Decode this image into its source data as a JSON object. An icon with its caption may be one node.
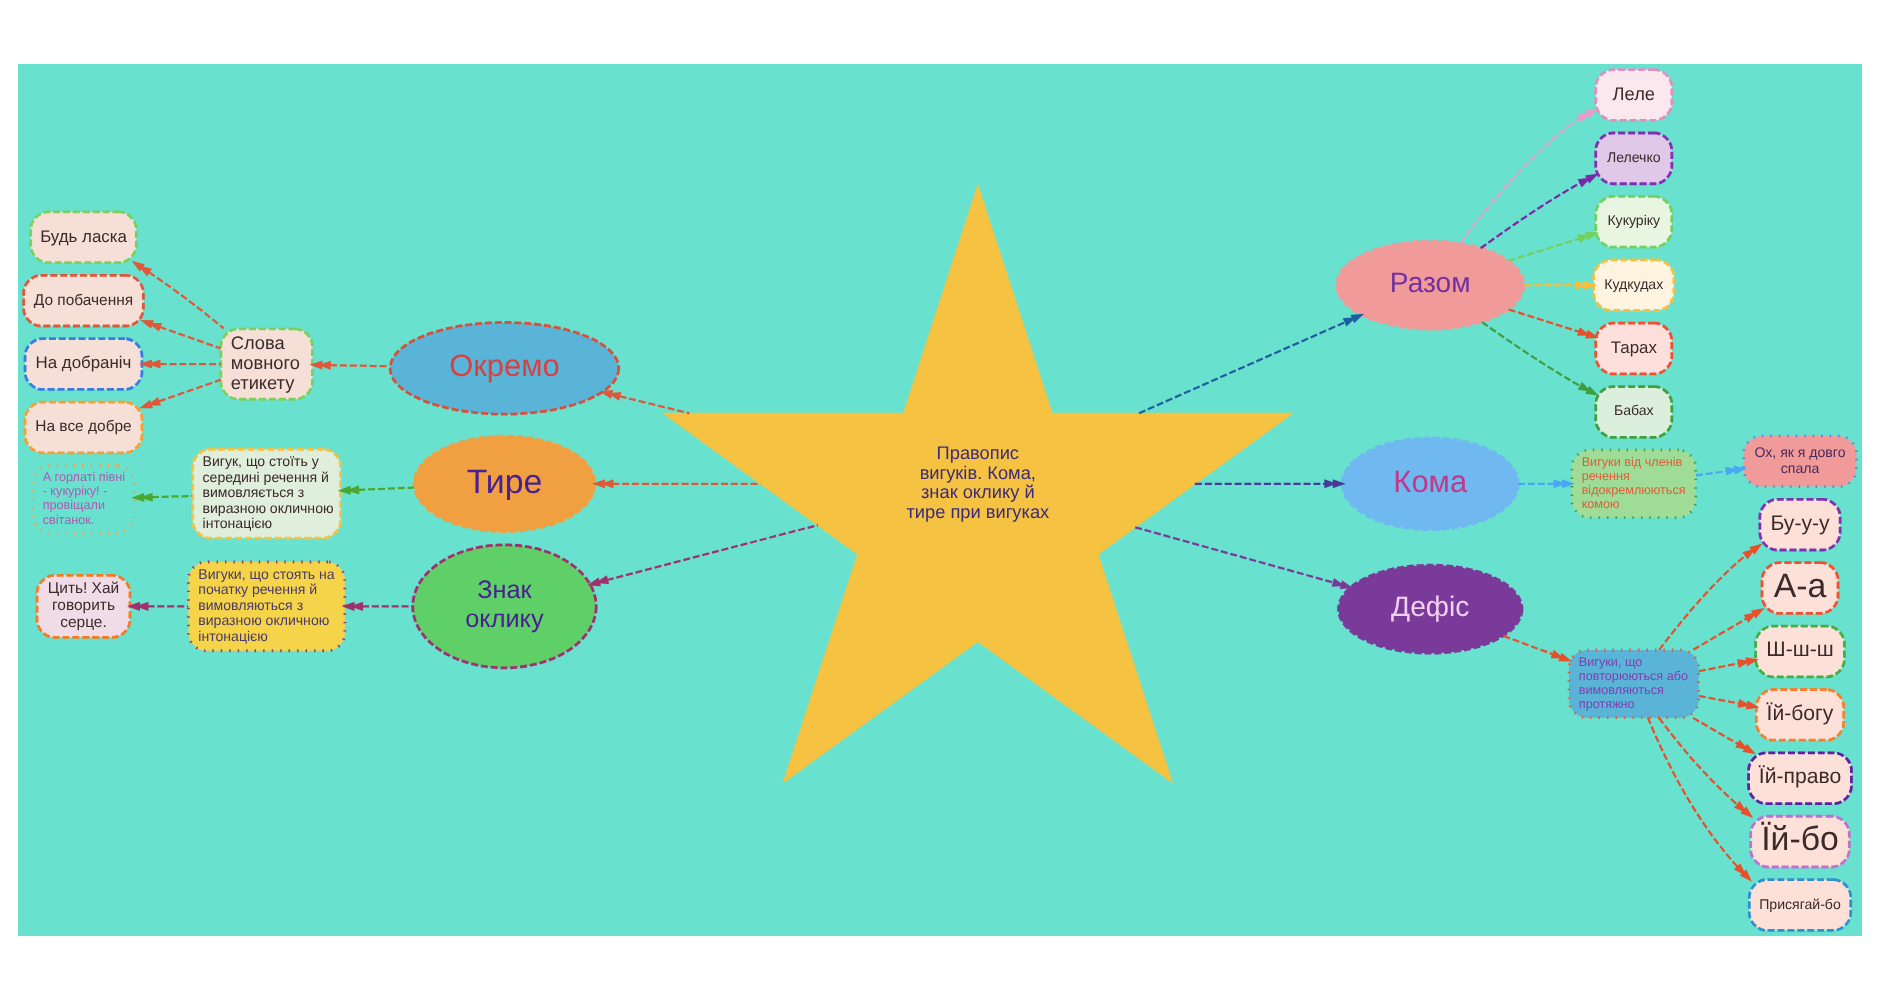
{
  "diagram": {
    "nodes": [
      {
        "text": [
          "Правопис вигуків. Кома, знак оклику й тире при вигуках"
        ]
      },
      {
        "text": [
          "Окремо"
        ]
      },
      {
        "text": [
          "Слова мовного етикету"
        ]
      },
      {
        "text": [
          "Будь ласка"
        ]
      },
      {
        "text": [
          "До побачення"
        ]
      },
      {
        "text": [
          "На добраніч"
        ]
      },
      {
        "text": [
          "На все добре"
        ]
      },
      {
        "text": [
          "Тире"
        ]
      },
      {
        "text": [
          "Вигук, що стоїть у середині речення й вимовляється з виразною окличною інтонацією"
        ]
      },
      {
        "text": [
          "А горлаті півні - кукуріку! - провіщали світанок."
        ]
      },
      {
        "text": [
          "Знак оклику"
        ]
      },
      {
        "text": [
          "Вигуки, що стоять на початку речення й вимовляються з виразною окличною інтонацією"
        ]
      },
      {
        "text": [
          "Цить! Хай говорить серце."
        ]
      },
      {
        "text": [
          "Разом"
        ]
      },
      {
        "text": [
          "Леле"
        ]
      },
      {
        "text": [
          "Лелечко"
        ]
      },
      {
        "text": [
          "Кукуріку"
        ]
      },
      {
        "text": [
          "Кудкудах"
        ]
      },
      {
        "text": [
          "Тарах"
        ]
      },
      {
        "text": [
          "Бабах"
        ]
      },
      {
        "text": [
          "Кома"
        ]
      },
      {
        "text": [
          "Вигуки від членів речення відокремлюються комою"
        ]
      },
      {
        "text": [
          "Ох, як я довго спала"
        ]
      },
      {
        "text": [
          "Дефіс"
        ]
      },
      {
        "text": [
          "Вигуки, що повторюються або вимовляються протяжно"
        ]
      },
      {
        "text": [
          "Бу-у-у"
        ]
      },
      {
        "text": [
          "А-а"
        ]
      },
      {
        "text": [
          "Ш-ш-ш"
        ]
      },
      {
        "text": [
          "Їй-богу"
        ]
      },
      {
        "text": [
          "Їй-право"
        ]
      },
      {
        "text": [
          "Їй-бо"
        ]
      },
      {
        "text": [
          "Присягай-бо"
        ]
      }
    ],
    "edges": [
      {
        "from": 0,
        "to": 1,
        "arrow": "to",
        "style": "dashed",
        "color": "#e0583a"
      },
      {
        "from": 1,
        "to": 2,
        "arrow": "to",
        "style": "dashed",
        "color": "#e0583a"
      },
      {
        "from": 2,
        "to": 3,
        "arrow": "to",
        "style": "dashed",
        "color": "#e0583a"
      },
      {
        "from": 2,
        "to": 4,
        "arrow": "to",
        "style": "dashed",
        "color": "#e0583a"
      },
      {
        "from": 2,
        "to": 5,
        "arrow": "to",
        "style": "dashed",
        "color": "#e0583a"
      },
      {
        "from": 2,
        "to": 6,
        "arrow": "to",
        "style": "dashed",
        "color": "#e0583a"
      },
      {
        "from": 0,
        "to": 7,
        "arrow": "to",
        "style": "dashed",
        "color": "#e0583a"
      },
      {
        "from": 7,
        "to": 8,
        "arrow": "to",
        "style": "dashed",
        "color": "#4aa82e"
      },
      {
        "from": 8,
        "to": 9,
        "arrow": "to",
        "style": "dashed",
        "color": "#4aa82e"
      },
      {
        "from": 0,
        "to": 10,
        "arrow": "to",
        "style": "dashed",
        "color": "#a03070"
      },
      {
        "from": 10,
        "to": 11,
        "arrow": "to",
        "style": "dashed",
        "color": "#a03070"
      },
      {
        "from": 11,
        "to": 12,
        "arrow": "to",
        "style": "dashed",
        "color": "#a03070"
      },
      {
        "from": 0,
        "to": 13,
        "arrow": "to",
        "style": "dashed",
        "color": "#1f5fa0"
      },
      {
        "from": 13,
        "to": 14,
        "arrow": "to",
        "style": "dashed",
        "color": "#e89cc8"
      },
      {
        "from": 13,
        "to": 15,
        "arrow": "to",
        "style": "dashed",
        "color": "#7a28a8"
      },
      {
        "from": 13,
        "to": 16,
        "arrow": "to",
        "style": "dashed",
        "color": "#74d05c"
      },
      {
        "from": 13,
        "to": 17,
        "arrow": "to",
        "style": "dashed",
        "color": "#f5c040"
      },
      {
        "from": 13,
        "to": 18,
        "arrow": "to",
        "style": "dashed",
        "color": "#e8502c"
      },
      {
        "from": 13,
        "to": 19,
        "arrow": "to",
        "style": "dashed",
        "color": "#3f9f3f"
      },
      {
        "from": 0,
        "to": 20,
        "arrow": "to",
        "style": "dashed",
        "color": "#4a3a9a"
      },
      {
        "from": 20,
        "to": 21,
        "arrow": "to",
        "style": "dashed",
        "color": "#4aa8f0"
      },
      {
        "from": 21,
        "to": 22,
        "arrow": "to",
        "style": "dashed",
        "color": "#4aa8f0"
      },
      {
        "from": 0,
        "to": 23,
        "arrow": "to",
        "style": "dashed",
        "color": "#7a3a9a"
      },
      {
        "from": 23,
        "to": 24,
        "arrow": "to",
        "style": "dashed",
        "color": "#e8502c"
      },
      {
        "from": 24,
        "to": 25,
        "arrow": "to",
        "style": "dashed",
        "color": "#e8502c"
      },
      {
        "from": 24,
        "to": 26,
        "arrow": "to",
        "style": "dashed",
        "color": "#e8502c"
      },
      {
        "from": 24,
        "to": 27,
        "arrow": "to",
        "style": "dashed",
        "color": "#e8502c"
      },
      {
        "from": 24,
        "to": 28,
        "arrow": "to",
        "style": "dashed",
        "color": "#e8502c"
      },
      {
        "from": 24,
        "to": 29,
        "arrow": "to",
        "style": "dashed",
        "color": "#e8502c"
      },
      {
        "from": 24,
        "to": 30,
        "arrow": "to",
        "style": "dashed",
        "color": "#e8502c"
      },
      {
        "from": 24,
        "to": 31,
        "arrow": "to",
        "style": "dashed",
        "color": "#e8502c"
      }
    ]
  }
}
